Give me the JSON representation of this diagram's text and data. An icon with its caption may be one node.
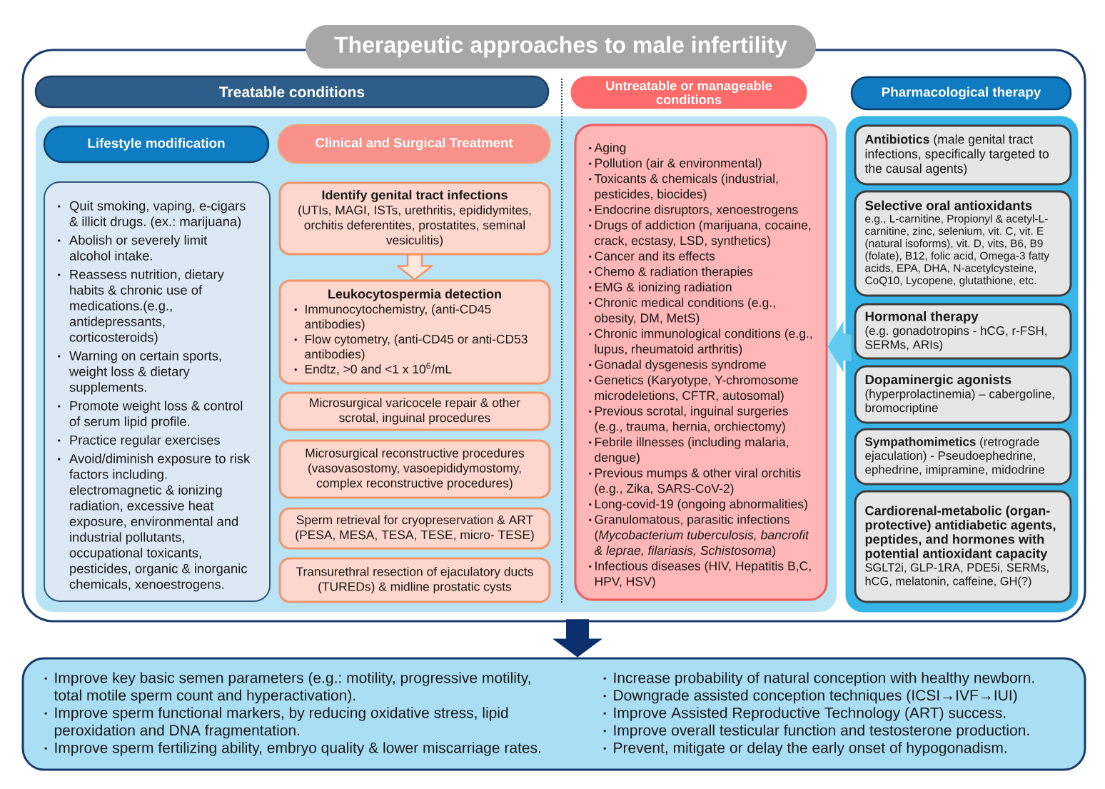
{
  "diagram": {
    "title": "Therapeutic approaches to male infertility",
    "nodes": [
      {
        "text": [],
        "shape": "box"
      },
      {
        "text": [
          "Treatable conditions"
        ],
        "in": 0
      },
      {
        "text": [
          "Untreatable or manageable conditions"
        ],
        "in": 0
      },
      {
        "text": [
          "Pharmacological therapy"
        ],
        "in": 0
      },
      {
        "text": [
          "Lifestyle modification"
        ],
        "in": 0
      },
      {
        "text": [
          "Quit smoking, vaping, e-cigars & illicit drugs. (ex.: marijuana)",
          "Abolish or severely limit alcohol intake.",
          "Reassess nutrition, dietary habits & chronic use of medications.(e.g., antidepressants, corticosteroids)",
          "Warning on certain sports, weight loss & dietary supplements.",
          "Promote weight loss & control of serum lipid profile.",
          "Practice regular exercises",
          "Avoid/diminish exposure to risk factors including. electromagnetic & ionizing radiation, excessive heat exposure, environmental and industrial pollutants, occupational toxicants, pesticides, organic & inorganic chemicals, xenoestrogens."
        ],
        "in": 0
      },
      {
        "text": [
          "Clinical and Surgical Treatment"
        ],
        "in": 0
      },
      {
        "text": [
          "Identify genital tract infections",
          "(UTIs, MAGI, ISTs, urethritis, epididymites, orchitis deferentites, prostatites, seminal vesiculitis)"
        ],
        "in": 0
      },
      {
        "text": [
          "Leukocytospermia detection",
          "Immunocytochemistry, (anti-CD45 antibodies)",
          "Flow cytometry, (anti-CD45 or anti-CD53 antibodies)",
          "Endtz, >0 and <1 x 10$^{6}$/mL"
        ],
        "in": 0
      },
      {
        "text": [
          "Microsurgical varicocele repair & other scrotal, inguinal procedures"
        ],
        "in": 0
      },
      {
        "text": [
          "Microsurgical reconstructive procedures (vasovasostomy, vasoepididymostomy, complex reconstructive procedures)"
        ],
        "in": 0
      },
      {
        "text": [
          "Sperm retrieval for cryopreservation & ART (PESA, MESA, TESA, TESE, micro- TESE)"
        ],
        "in": 0
      },
      {
        "text": [
          "Transurethral resection of ejaculatory ducts (TUREDs) & midline prostatic cysts"
        ],
        "in": 0
      },
      {
        "text": [
          "Aging",
          "Pollution (air & environmental)",
          "Toxicants & chemicals (industrial, pesticides, biocides)",
          "Endocrine disruptors, xenoestrogens",
          "Drugs of addiction (marijuana, cocaine, crack, ecstasy, LSD, synthetics)",
          "Cancer and its effects",
          "Chemo & radiation therapies",
          "EMG & ionizing radiation",
          "Chronic medical conditions (e.g., obesity, DM, MetS)",
          "Chronic immunological conditions (e.g., lupus, rheumatoid arthritis)",
          "Gonadal dysgenesis syndrome",
          "Genetics (Karyotype, Y-chromosome microdeletions, CFTR, autosomal)",
          "Previous scrotal, inguinal surgeries (e.g., trauma, hernia, orchiectomy)",
          "Febrile illnesses (including malaria, dengue)",
          "Previous mumps & other viral orchitis (e.g., Zika, SARS-CoV-2)",
          "Long-covid-19 (ongoing abnormalities)",
          "Granulomatous, parasitic infections (*Mycobacterium tuberculosis, bancrofit & leprae, filariasis, Schistosoma*)",
          "Infectious diseases (HIV, Hepatitis B,C, HPV, HSV)"
        ],
        "in": 0
      },
      {
        "text": [],
        "shape": "box",
        "in": 0
      },
      {
        "text": [
          "**Antibiotics** (male genital tract infections, specifically targeted to the causal agents)"
        ],
        "in": 14
      },
      {
        "text": [
          "Selective oral antioxidants",
          "e.g., L-carnitine, Propionyl & acetyl-L- carnitine, zinc, selenium, vit. C, vit. E (natural isoforms), vit. D, vits, B6, B9 (folate), B12, folic acid, Omega-3 fatty acids, EPA, DHA, N-acetylcysteine, CoQ10, Lycopene, glutathione, etc."
        ],
        "in": 14
      },
      {
        "text": [
          "Hormonal therapy",
          "(e.g. gonadotropins - hCG, r-FSH, SERMs, ARIs)"
        ],
        "in": 14
      },
      {
        "text": [
          "Dopaminergic agonists",
          "(hyperprolactinemia) – cabergoline, bromocriptine"
        ],
        "in": 14
      },
      {
        "text": [
          "**Sympathomimetics** (retrograde ejaculation) - Pseudoephedrine, ephedrine, imipramine, midodrine"
        ],
        "in": 14
      },
      {
        "text": [
          "Cardiorenal-metabolic (organ- protective) antidiabetic agents, peptides, and hormones with potential antioxidant capacity",
          "SGLT2i, GLP-1RA, PDE5i, SERMs, hCG, melatonin, caffeine, GH(?)"
        ],
        "in": 14
      },
      {
        "text": [
          "Improve key basic semen parameters (e.g.: motility, progressive motility, total motile sperm count and hyperactivation).",
          "Improve sperm functional markers, by reducing oxidative stress, lipid peroxidation and DNA fragmentation.",
          "Improve sperm fertilizing ability, embryo quality & lower miscarriage rates.",
          "Increase probability of natural conception with healthy newborn.",
          "Downgrade assisted conception techniques (ICSI→IVF→IUI)",
          "Improve Assisted Reproductive Technology (ART) success.",
          "Improve overall testicular function and testosterone production.",
          "Prevent, mitigate or delay the early onset of hypogonadism."
        ]
      }
    ],
    "edges": [
      {
        "from": 7,
        "to": 8,
        "arrow": "to",
        "color": "#f0956a"
      },
      {
        "from": 14,
        "to": 13,
        "arrow": "to",
        "color": "#62c9ef"
      },
      {
        "from": 0,
        "to": 21,
        "arrow": "to",
        "color": "#0c2f6e"
      }
    ]
  }
}
